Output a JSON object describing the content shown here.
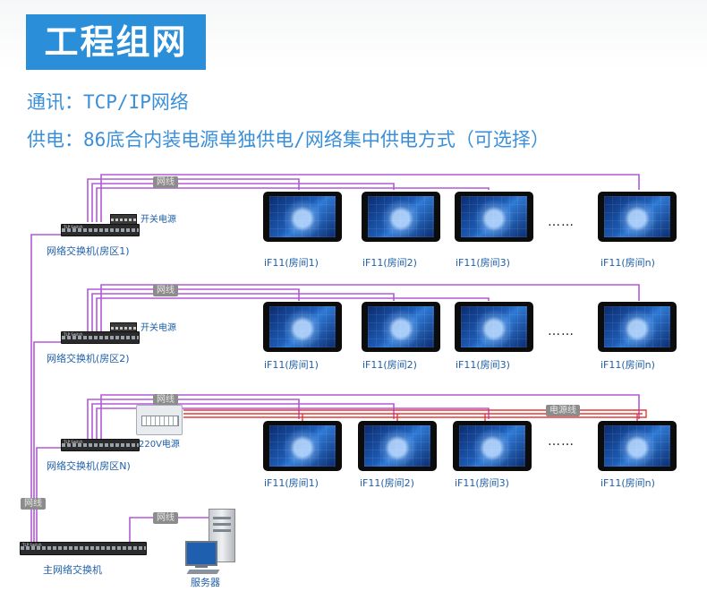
{
  "header": {
    "title": "工程组网",
    "comm": "通讯：TCP/IP网络",
    "power": "供电：86底合内装电源单独供电/网络集中供电方式（可选择）"
  },
  "colors": {
    "title_bg": "#2a8fd8",
    "text_blue": "#3a8fd8",
    "network_cable": "#b259d6",
    "power_cable": "#e53935",
    "tag_bg": "#8c8c8c"
  },
  "labels": {
    "cable": "网线",
    "power_cable": "电源线",
    "switch_psu": "开关电源",
    "psu_220v": "220V电源",
    "ellipsis": "……",
    "main_switch": "主网络交换机",
    "server": "服务器",
    "switch_chip": "TLP Switch"
  },
  "zones": [
    {
      "switch_label": "网络交换机(房区1)",
      "power_label": "开关电源",
      "panels": [
        "iF11(房间1)",
        "iF11(房间2)",
        "iF11(房间3)",
        "iF11(房间n)"
      ]
    },
    {
      "switch_label": "网络交换机(房区2)",
      "power_label": "开关电源",
      "panels": [
        "iF11(房间1)",
        "iF11(房间2)",
        "iF11(房间3)",
        "iF11(房间n)"
      ]
    },
    {
      "switch_label": "网络交换机(房区N)",
      "power_label": "220V电源",
      "panels": [
        "iF11(房间1)",
        "iF11(房间2)",
        "iF11(房间3)",
        "iF11(房间n)"
      ]
    }
  ]
}
